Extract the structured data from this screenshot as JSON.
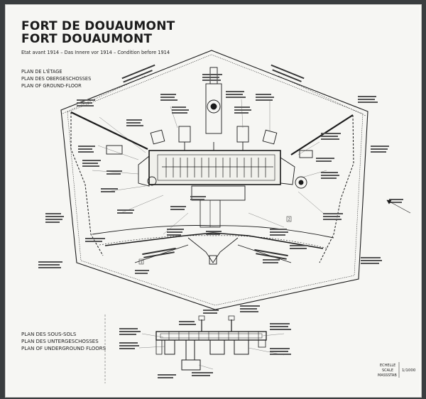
{
  "title": {
    "line1": "FORT DE DOUAUMONT",
    "line2": "FORT DOUAUMONT"
  },
  "condition": {
    "french": "Etat avant 1914",
    "german": "Das Innere vor 1914",
    "english": "Condition before 1914",
    "separator": "–"
  },
  "ground_floor": {
    "french": "PLAN DE L'ÉTAGE",
    "german": "PLAN DES OBERGESCHOSSES",
    "english": "PLAN OF GROUND-FLOOR"
  },
  "underground": {
    "french": "PLAN DES SOUS-SOLS",
    "german": "PLAN DES UNTERGESCHOSSES",
    "english": "PLAN OF UNDERGROUND FLOORS"
  },
  "scale": {
    "french": "ECHELLE",
    "english": "SCALE",
    "german": "MASSSTAB",
    "ratio": "1/1000"
  },
  "markers": {
    "marker1": "1",
    "marker2": "2"
  },
  "colors": {
    "plate": "#f6f6f3",
    "ink": "#1b1b1b",
    "background": "#3a3d3f"
  }
}
